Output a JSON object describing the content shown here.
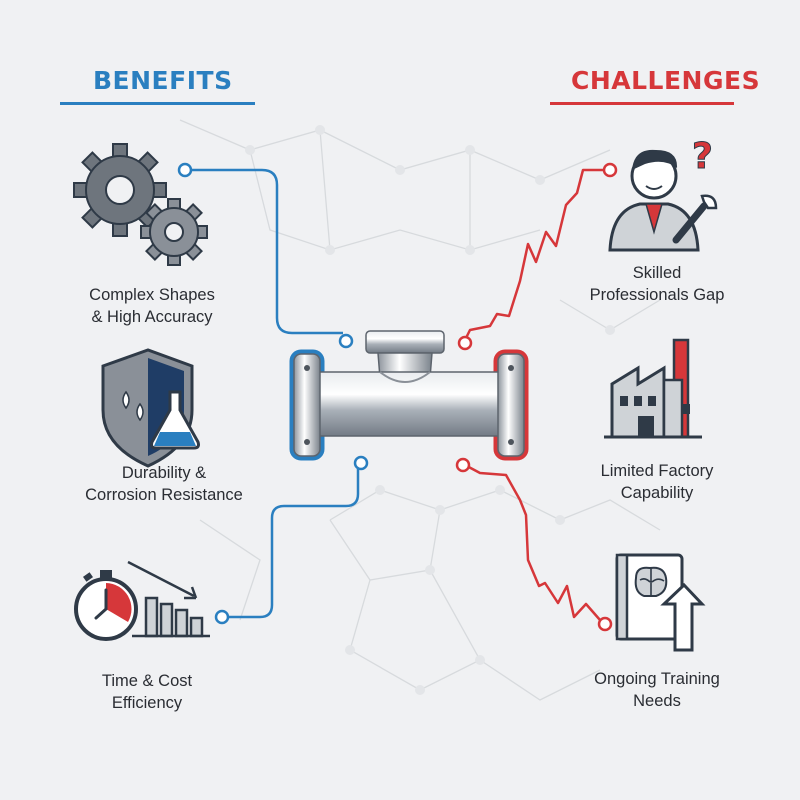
{
  "headings": {
    "benefits": "BENEFITS",
    "challenges": "CHALLENGES"
  },
  "benefits": [
    {
      "line1": "Complex Shapes",
      "line2": "& High Accuracy",
      "icon": "gears-icon"
    },
    {
      "line1": "Durability &",
      "line2": "Corrosion Resistance",
      "icon": "shield-flask-icon"
    },
    {
      "line1": "Time & Cost",
      "line2": "Efficiency",
      "icon": "stopwatch-chart-icon"
    }
  ],
  "challenges": [
    {
      "line1": "Skilled",
      "line2": "Professionals Gap",
      "icon": "worker-question-icon"
    },
    {
      "line1": "Limited Factory",
      "line2": "Capability",
      "icon": "factory-icon"
    },
    {
      "line1": "Ongoing Training",
      "line2": "Needs",
      "icon": "brain-book-icon"
    }
  ],
  "center": {
    "icon": "tee-pipe-fitting-icon"
  },
  "colors": {
    "benefit": "#2a7fc0",
    "challenge": "#d6373a",
    "ink": "#2f3a47",
    "background": "#f0f1f3"
  }
}
